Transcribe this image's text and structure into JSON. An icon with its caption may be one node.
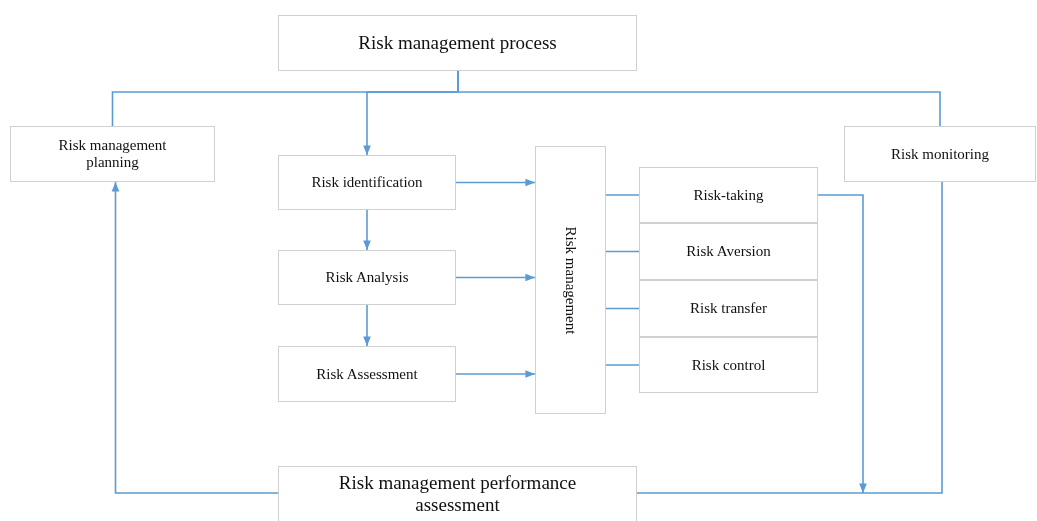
{
  "diagram": {
    "nodes": [
      {
        "text": [
          "Risk management process"
        ]
      },
      {
        "text": [
          "Risk management planning"
        ]
      },
      {
        "text": [
          "Risk identification"
        ]
      },
      {
        "text": [
          "Risk Analysis"
        ]
      },
      {
        "text": [
          "Risk Assessment"
        ]
      },
      {
        "text": [
          "Risk management"
        ]
      },
      {
        "text": [
          "Risk-taking"
        ]
      },
      {
        "text": [
          "Risk Aversion"
        ]
      },
      {
        "text": [
          "Risk transfer"
        ]
      },
      {
        "text": [
          "Risk control"
        ]
      },
      {
        "text": [
          "Risk monitoring"
        ]
      },
      {
        "text": [
          "Risk management performance assessment"
        ]
      }
    ],
    "edges": [
      {
        "from": 0,
        "to": 1,
        "arrow": "none"
      },
      {
        "from": 0,
        "to": 2,
        "arrow": "to"
      },
      {
        "from": 0,
        "to": 10,
        "arrow": "none"
      },
      {
        "from": 2,
        "to": 3,
        "arrow": "to"
      },
      {
        "from": 3,
        "to": 4,
        "arrow": "to"
      },
      {
        "from": 2,
        "to": 5,
        "arrow": "to"
      },
      {
        "from": 3,
        "to": 5,
        "arrow": "to"
      },
      {
        "from": 4,
        "to": 5,
        "arrow": "to"
      },
      {
        "from": 5,
        "to": 6,
        "arrow": "none"
      },
      {
        "from": 5,
        "to": 7,
        "arrow": "none"
      },
      {
        "from": 5,
        "to": 8,
        "arrow": "none"
      },
      {
        "from": 5,
        "to": 9,
        "arrow": "none"
      },
      {
        "from": 6,
        "to": null,
        "arrow": "to"
      },
      {
        "from": 10,
        "to": 11,
        "arrow": "none"
      },
      {
        "from": 11,
        "to": 1,
        "arrow": "to"
      }
    ]
  }
}
